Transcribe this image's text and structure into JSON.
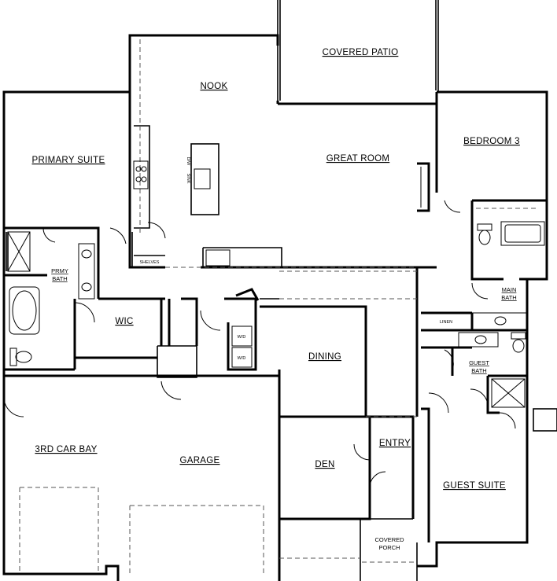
{
  "rooms": {
    "covered_patio": "COVERED PATIO",
    "nook": "NOOK",
    "great_room": "GREAT ROOM",
    "bedroom_3": "BEDROOM 3",
    "primary_suite": "PRIMARY SUITE",
    "prmy_bath_1": "PRMY",
    "prmy_bath_2": "BATH",
    "wic": "WIC",
    "main_bath_1": "MAIN",
    "main_bath_2": "BATH",
    "dining": "DINING",
    "guest_bath_1": "GUEST",
    "guest_bath_2": "BATH",
    "third_car_bay": "3RD CAR BAY",
    "garage": "GARAGE",
    "den": "DEN",
    "entry": "ENTRY",
    "guest_suite": "GUEST SUITE",
    "covered_porch_1": "COVERED",
    "covered_porch_2": "PORCH"
  },
  "labels": {
    "shelves": "SHELVES",
    "linen": "LINEN",
    "dw": "D/W",
    "sink": "SINK",
    "washer": "W/D",
    "dryer": "W/D"
  }
}
